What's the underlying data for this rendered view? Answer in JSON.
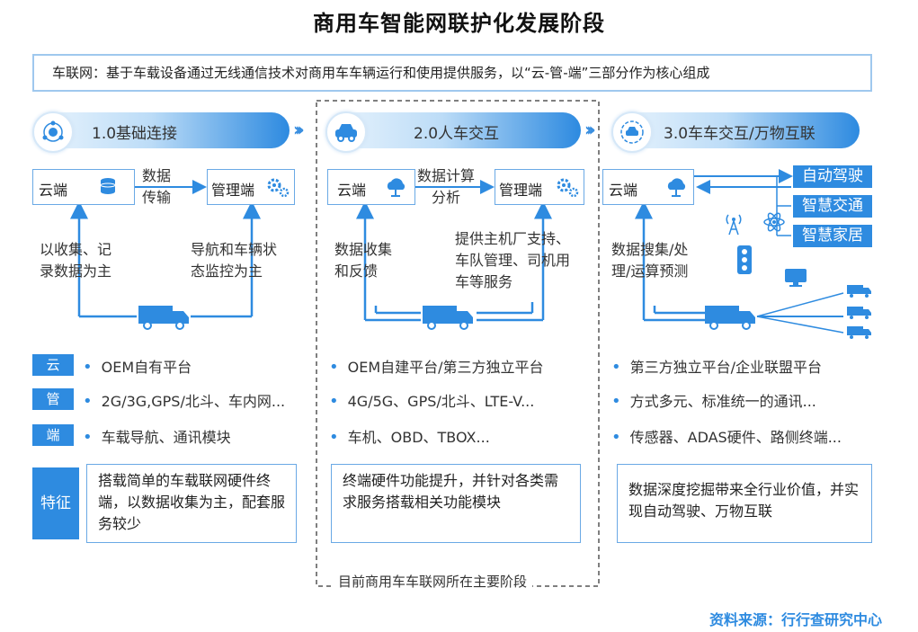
{
  "title": "商用车智能网联护化发展阶段",
  "intro": "车联网：基于车载设备通过无线通信技术对商用车车辆运行和使用提供服务，以“云-管-端”三部分作为核心组成",
  "stages": [
    {
      "label": "1.0基础连接",
      "icon": "network-hub-icon",
      "cloud": "云端",
      "manager": "管理端",
      "link_label": "数据\n传输",
      "left_note": "以收集、记\n录数据为主",
      "right_note": "导航和车辆状\n态监控为主",
      "cloud_row": "OEM自有平台",
      "pipe_row": "2G/3G,GPS/北斗、车内网...",
      "end_row": "车载导航、通讯模块",
      "feature": "搭载简单的车载联网硬件终端，以数据收集为主，配套服务较少"
    },
    {
      "label": "2.0人车交互",
      "icon": "car-icon",
      "cloud": "云端",
      "manager": "管理端",
      "link_label": "数据计算\n分析",
      "left_note": "数据收集\n和反馈",
      "right_note": "提供主机厂支持、\n车队管理、司机用\n车等服务",
      "cloud_row": "OEM自建平台/第三方独立平台",
      "pipe_row": "4G/5G、GPS/北斗、LTE-V...",
      "end_row": "车机、OBD、TBOX...",
      "feature": "终端硬件功能提升，并针对各类需求服务搭载相关功能模块"
    },
    {
      "label": "3.0车车交互/万物互联",
      "icon": "connected-car-icon",
      "cloud": "云端",
      "left_note": "数据搜集/处\n理/运算预测",
      "tags": [
        "自动驾驶",
        "智慧交通",
        "智慧家居"
      ],
      "cloud_row": "第三方独立平台/企业联盟平台",
      "pipe_row": "方式多元、标准统一的通讯...",
      "end_row": "传感器、ADAS硬件、路侧终端...",
      "feature": "数据深度挖掘带来全行业价值，并实现自动驾驶、万物互联"
    }
  ],
  "row_labels": {
    "cloud": "云",
    "pipe": "管",
    "end": "端",
    "feature": "特征"
  },
  "current_stage_note": "目前商用车车联网所在主要阶段",
  "source": "资料来源：行行查研究中心",
  "colors": {
    "accent": "#2e8be0",
    "border": "#6aa9e5"
  }
}
